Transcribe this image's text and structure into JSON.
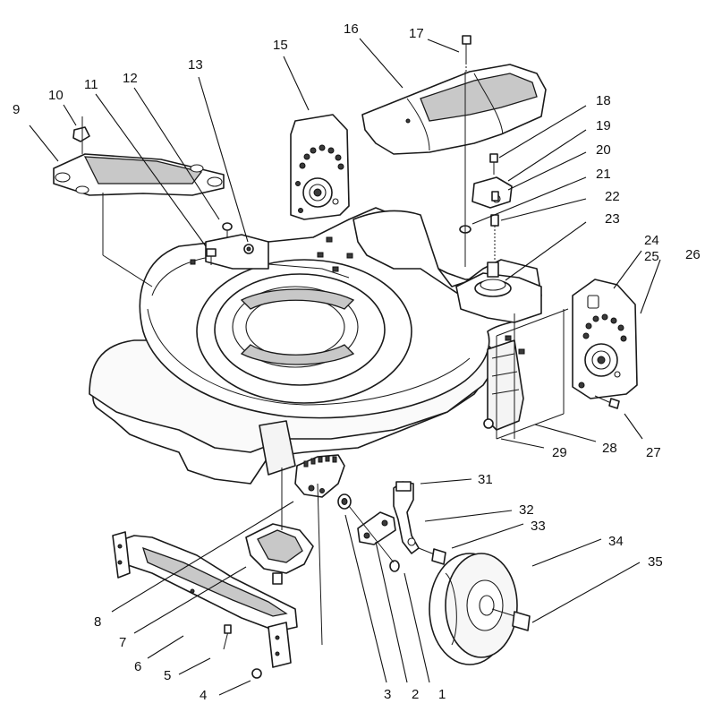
{
  "callouts": [
    {
      "id": "c1",
      "text": "1"
    },
    {
      "id": "c2",
      "text": "2"
    },
    {
      "id": "c3",
      "text": "3"
    },
    {
      "id": "c4",
      "text": "4"
    },
    {
      "id": "c5",
      "text": "5"
    },
    {
      "id": "c6",
      "text": "6"
    },
    {
      "id": "c7",
      "text": "7"
    },
    {
      "id": "c8",
      "text": "8"
    },
    {
      "id": "c9",
      "text": "9"
    },
    {
      "id": "c10",
      "text": "10"
    },
    {
      "id": "c11",
      "text": "11"
    },
    {
      "id": "c12",
      "text": "12"
    },
    {
      "id": "c13",
      "text": "13"
    },
    {
      "id": "c15",
      "text": "15"
    },
    {
      "id": "c16",
      "text": "16"
    },
    {
      "id": "c17",
      "text": "17"
    },
    {
      "id": "c18",
      "text": "18"
    },
    {
      "id": "c19",
      "text": "19"
    },
    {
      "id": "c20",
      "text": "20"
    },
    {
      "id": "c21",
      "text": "21"
    },
    {
      "id": "c22",
      "text": "22"
    },
    {
      "id": "c23",
      "text": "23"
    },
    {
      "id": "c24",
      "text": "24"
    },
    {
      "id": "c25",
      "text": "25"
    },
    {
      "id": "c26",
      "text": "26"
    },
    {
      "id": "c27",
      "text": "27"
    },
    {
      "id": "c28",
      "text": "28"
    },
    {
      "id": "c29",
      "text": "29"
    },
    {
      "id": "c31",
      "text": "31"
    },
    {
      "id": "c32",
      "text": "32"
    },
    {
      "id": "c33",
      "text": "33"
    },
    {
      "id": "c34",
      "text": "34"
    },
    {
      "id": "c35",
      "text": "35"
    }
  ]
}
